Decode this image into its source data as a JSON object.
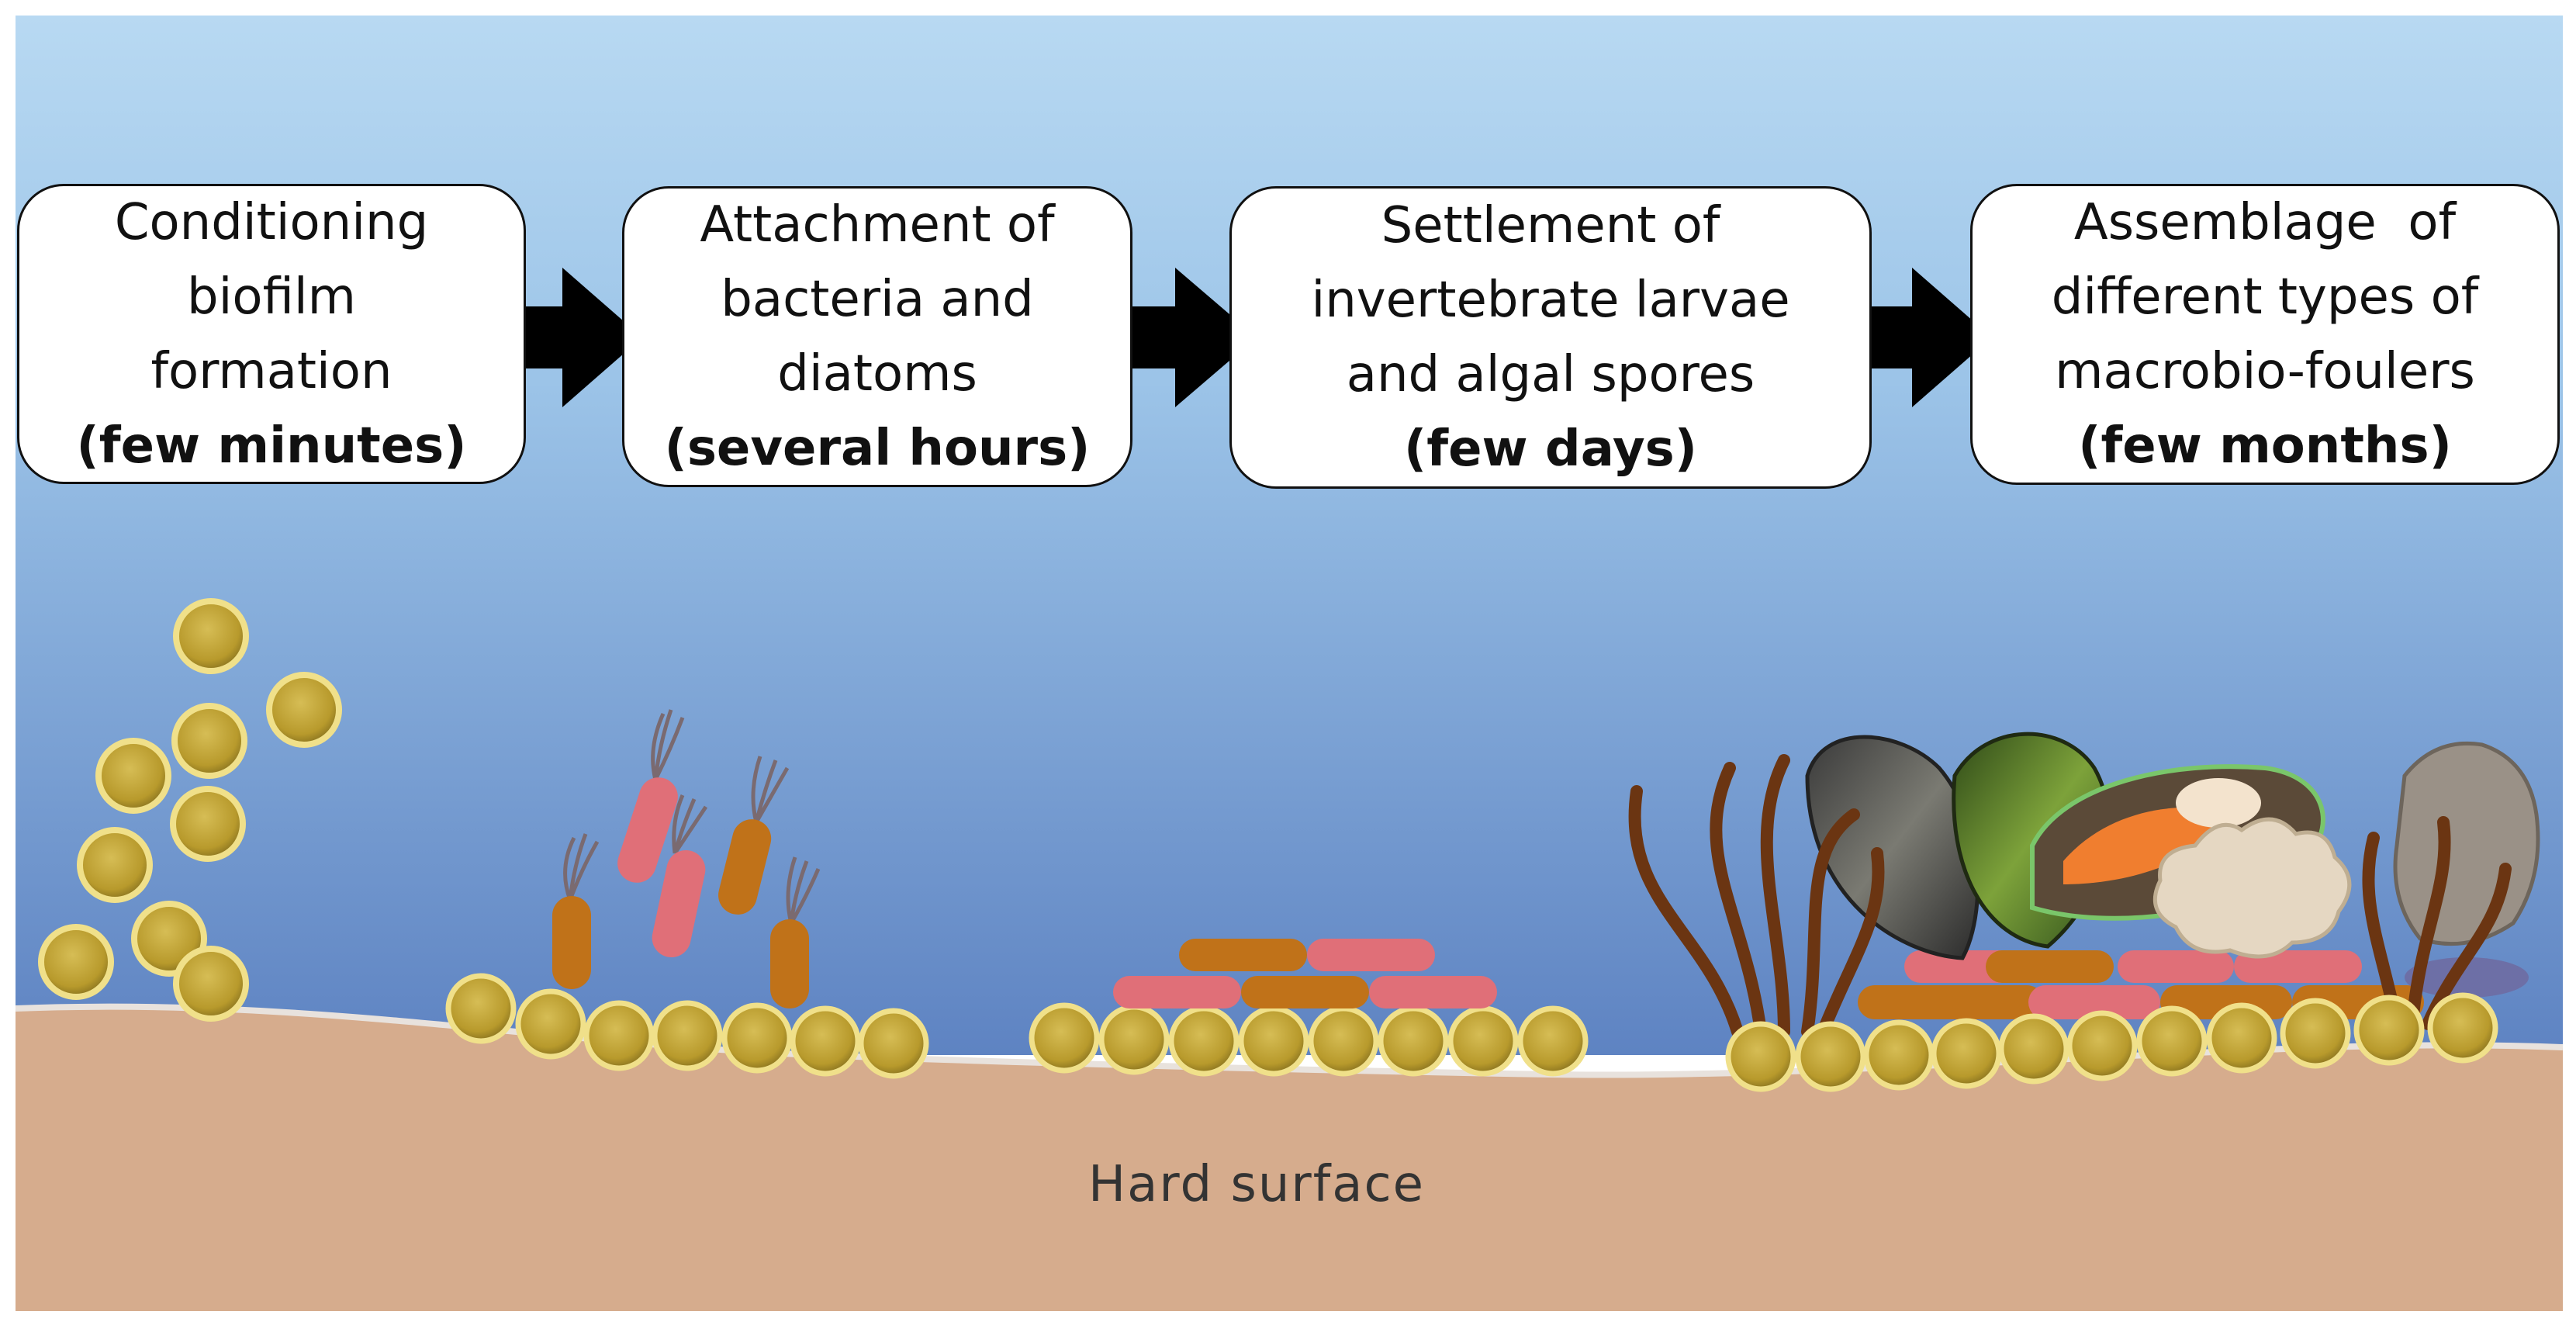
{
  "stages": [
    {
      "lines": [
        "Conditioning",
        "biofilm",
        "formation"
      ],
      "duration": "(few minutes)"
    },
    {
      "lines": [
        "Attachment of",
        "bacteria and",
        "diatoms"
      ],
      "duration": "(several hours)"
    },
    {
      "lines": [
        "Settlement of",
        "invertebrate larvae",
        "and algal spores"
      ],
      "duration": "(few days)"
    },
    {
      "lines": [
        "Assemblage  of",
        "different types of",
        "macrobio-foulers"
      ],
      "duration": "(few months)"
    }
  ],
  "surface_label": "Hard surface",
  "colors": {
    "water_top": "#b8d9f2",
    "water_bottom": "#5e83c2",
    "surface": "#d6ac8d",
    "conditioning_cell": "#c6ab3c",
    "bacteria_pink": "#e06f78",
    "bacteria_orange": "#c07219",
    "seaweed": "#6b3512",
    "arrow": "#000000"
  }
}
